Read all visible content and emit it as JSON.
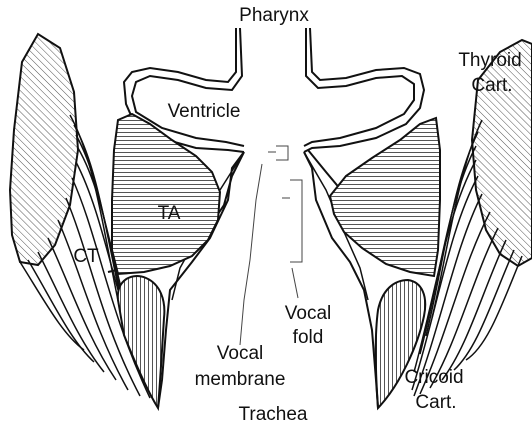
{
  "labels": {
    "pharynx": "Pharynx",
    "thyroid_line1": "Thyroid",
    "thyroid_line2": "Cart.",
    "ventricle": "Ventricle",
    "ta": "TA",
    "ct": "CT",
    "vocal_fold_line1": "Vocal",
    "vocal_fold_line2": "fold",
    "vocal_membrane_line1": "Vocal",
    "vocal_membrane_line2": "membrane",
    "cricoid_line1": "Cricoid",
    "cricoid_line2": "Cart.",
    "trachea": "Trachea"
  },
  "colors": {
    "line": "#111111",
    "background": "#ffffff",
    "hatch": "#555555"
  }
}
